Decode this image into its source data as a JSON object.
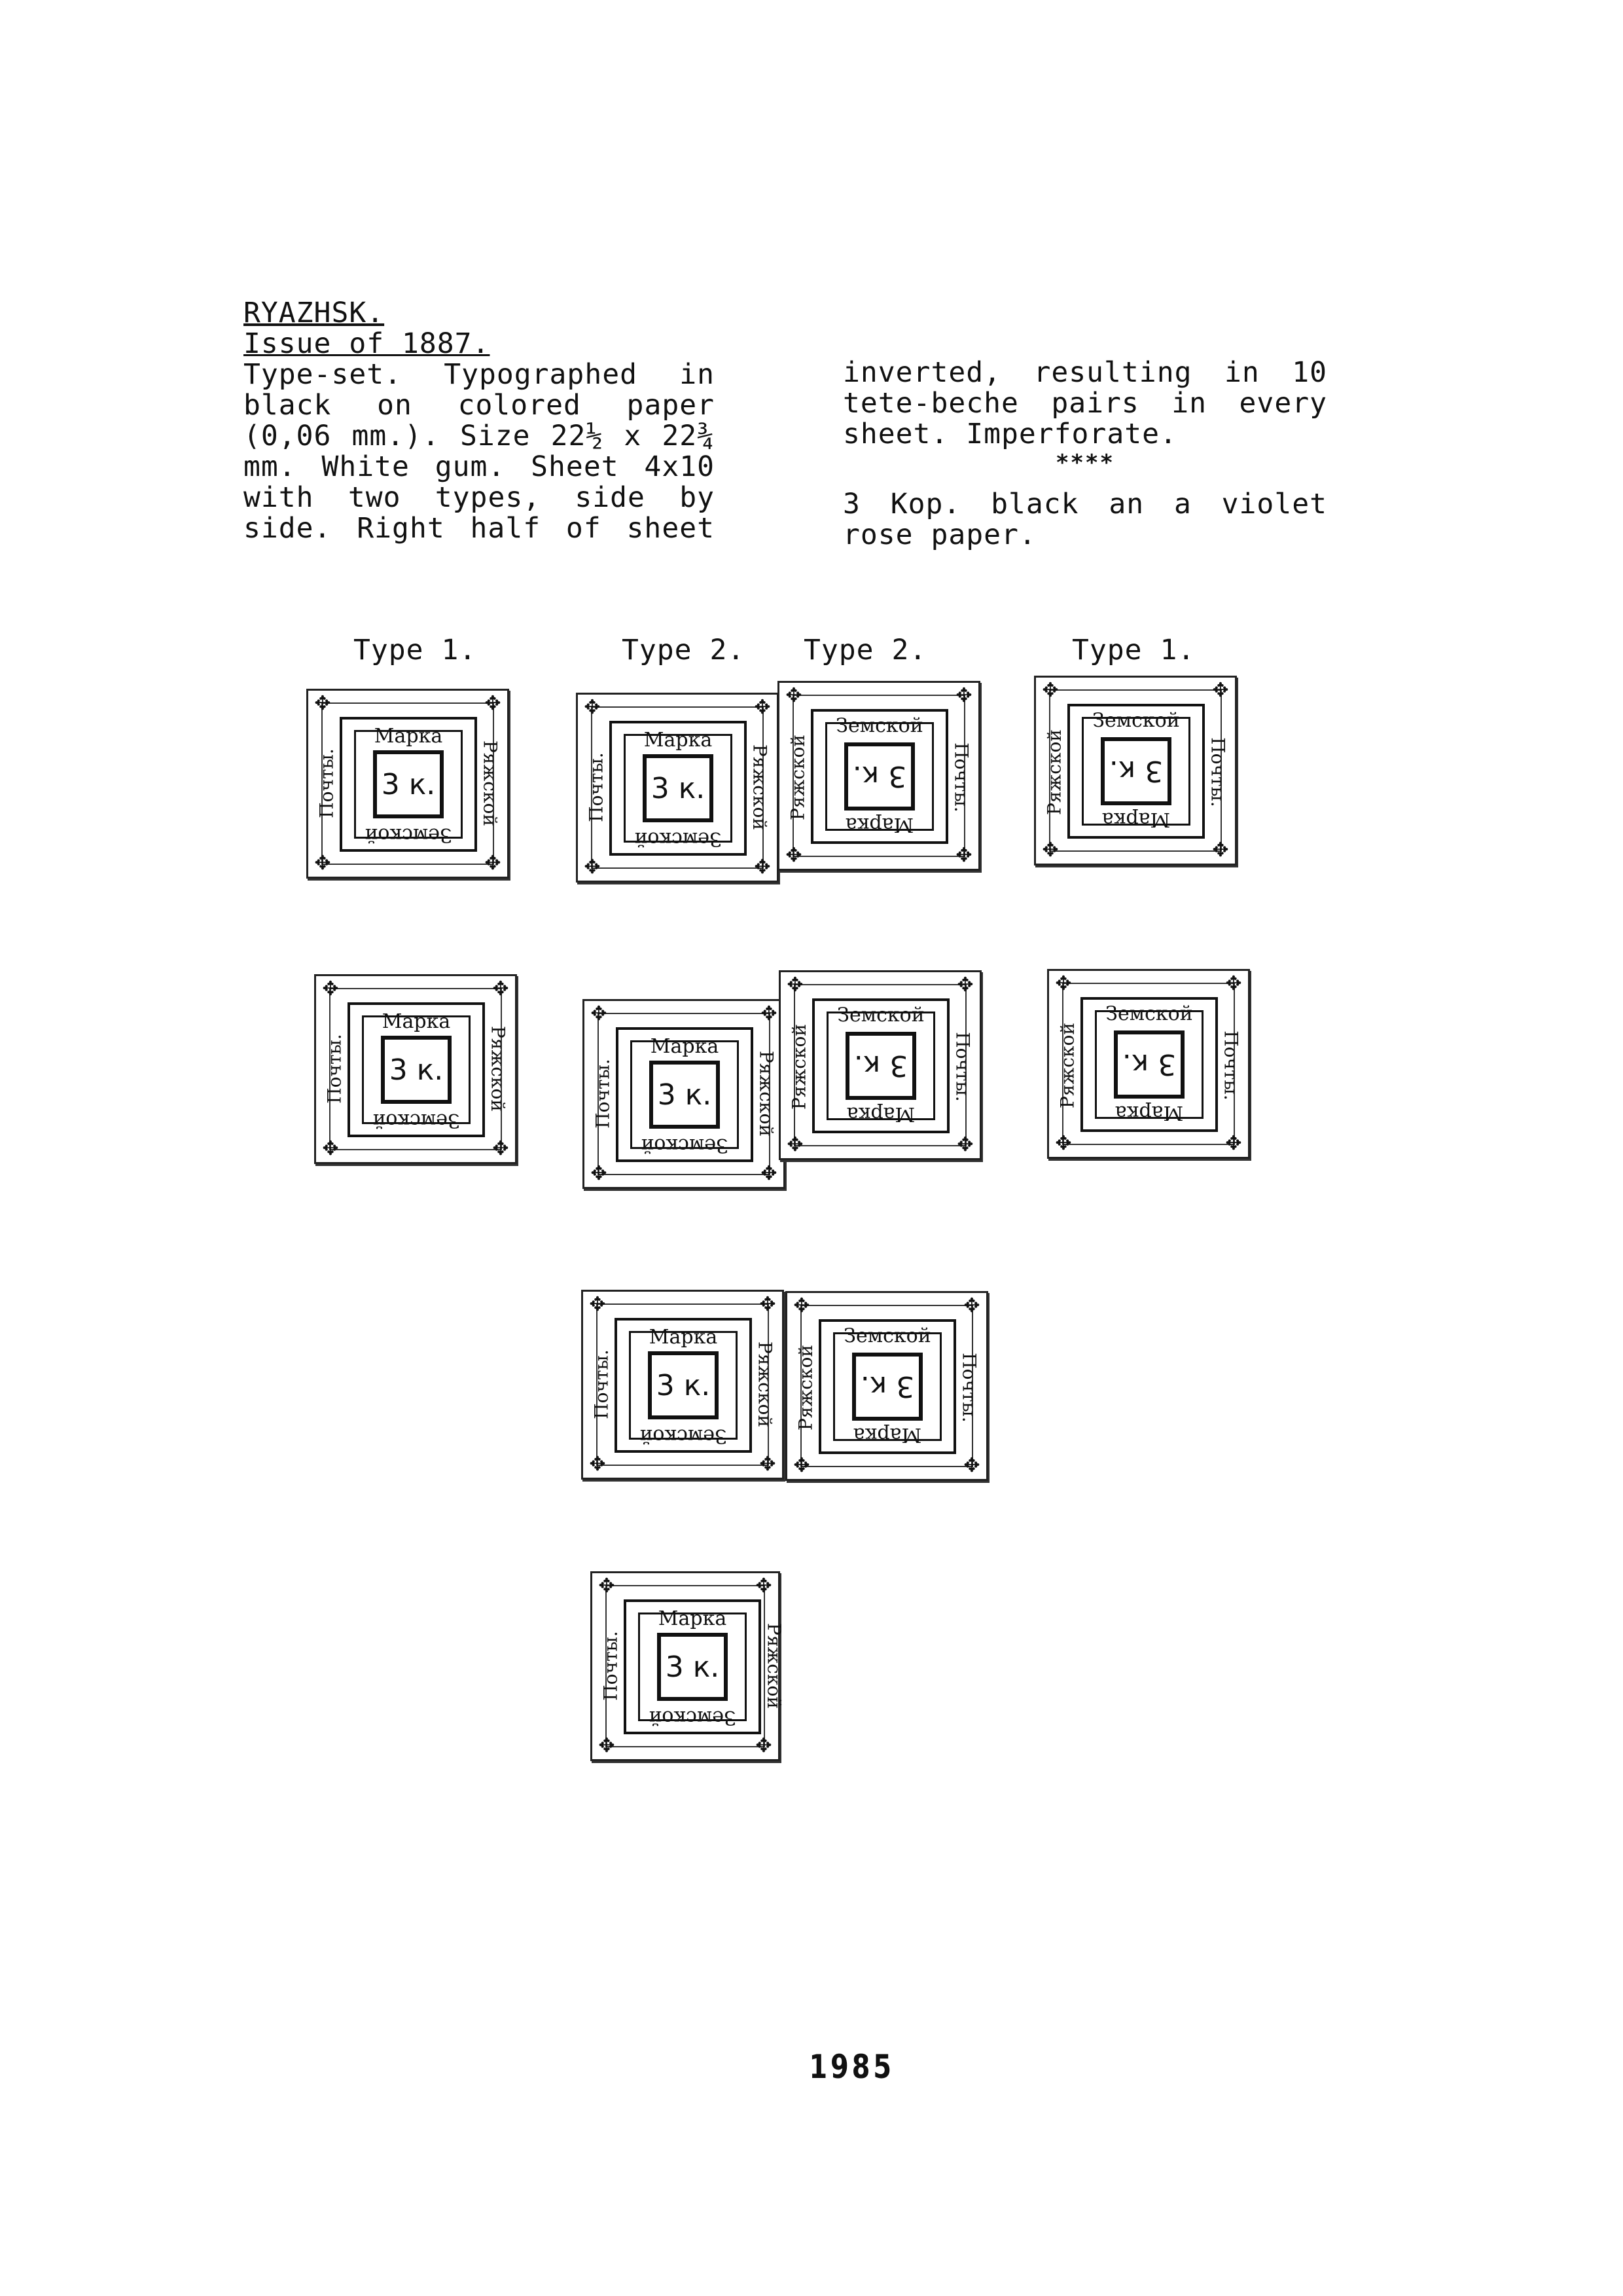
{
  "heading": "RYAZHSK.",
  "issue_line": "Issue of 1887.",
  "left_column": [
    "Type-set. Typographed in",
    "black on colored paper",
    "(0,06 mm.). Size 22½ x 22¾",
    "mm. White gum. Sheet 4x10",
    "with two types, side by",
    "side. Right half of sheet"
  ],
  "right_column": [
    "inverted, resulting in 10",
    "tete-beche pairs in every",
    "sheet. Imperforate."
  ],
  "separator": "****",
  "variety_line_1": "3 Kop. black an a violet",
  "variety_line_2": "rose paper.",
  "type_labels": [
    "Type 1.",
    "Type 2.",
    "Type 2.",
    "Type 1."
  ],
  "stamp": {
    "top_word": "Марка",
    "left_word": "Почты.",
    "right_word": "Ряжской",
    "bottom_word": "Земской",
    "value": "3 к.",
    "corner_glyph": "✥"
  },
  "page_number": "1985"
}
